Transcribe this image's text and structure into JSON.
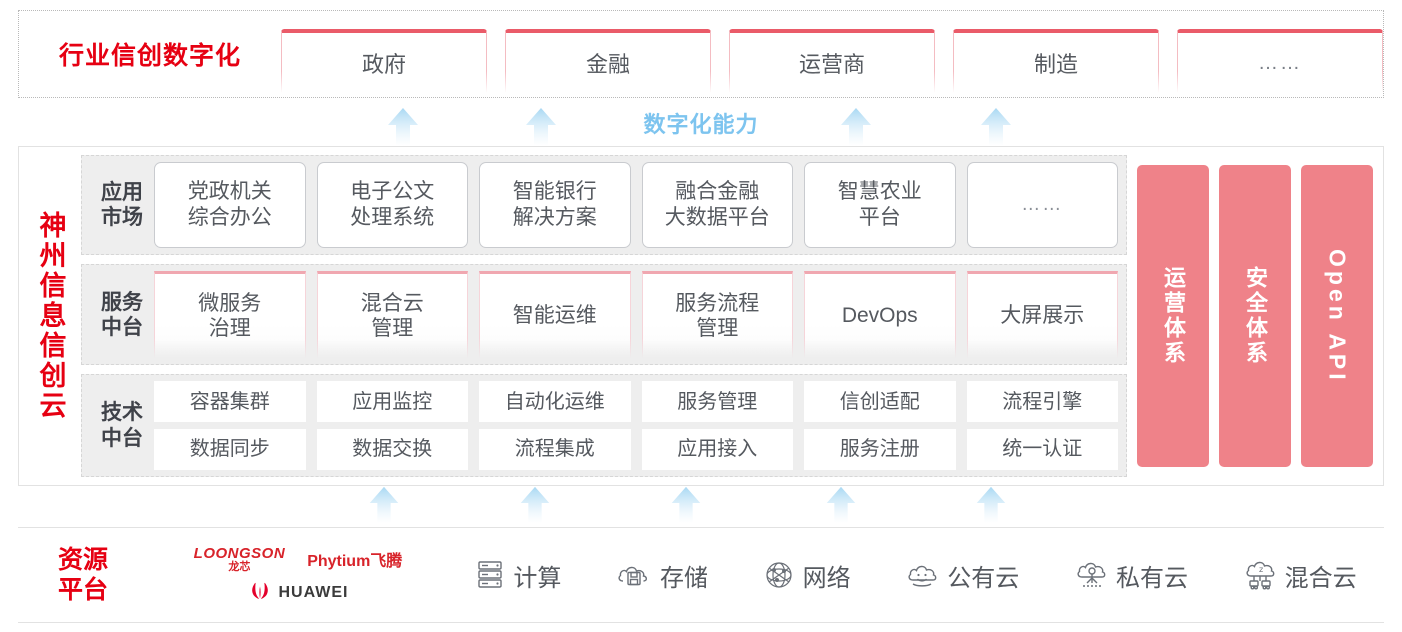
{
  "industry": {
    "title": "行业信创数字化",
    "tabs": [
      {
        "label": "政府"
      },
      {
        "label": "金融"
      },
      {
        "label": "运营商"
      },
      {
        "label": "制造"
      },
      {
        "label": "……"
      }
    ]
  },
  "capability": {
    "label": "数字化能力",
    "arrow_count": 4
  },
  "cloud": {
    "title": "神州信息信创云",
    "layers": [
      {
        "label": "应用\n市场",
        "label_line1": "应用",
        "label_line2": "市场",
        "cards": [
          "党政机关\n综合办公",
          "电子公文\n处理系统",
          "智能银行\n解决方案",
          "融合金融\n大数据平台",
          "智慧农业\n平台",
          "……"
        ]
      },
      {
        "label_line1": "服务",
        "label_line2": "中台",
        "cards": [
          "微服务\n治理",
          "混合云\n管理",
          "智能运维",
          "服务流程\n管理",
          "DevOps",
          "大屏展示"
        ]
      },
      {
        "label_line1": "技术",
        "label_line2": "中台",
        "row1": [
          "容器集群",
          "应用监控",
          "自动化运维",
          "服务管理",
          "信创适配",
          "流程引擎"
        ],
        "row2": [
          "数据同步",
          "数据交换",
          "流程集成",
          "应用接入",
          "服务注册",
          "统一认证"
        ]
      }
    ],
    "side_panels": [
      {
        "text": "运营体系",
        "orientation": "vertical-cjk"
      },
      {
        "text": "安全体系",
        "orientation": "vertical-cjk"
      },
      {
        "text": "Open API",
        "orientation": "vertical-latin"
      }
    ]
  },
  "bottom_arrows": {
    "count": 5
  },
  "resource": {
    "title_line1": "资源",
    "title_line2": "平台",
    "vendors": [
      {
        "name": "LOONGSON",
        "sub": "龙芯"
      },
      {
        "name": "Phytium飞腾"
      },
      {
        "name": "HUAWEI"
      }
    ],
    "items": [
      {
        "icon": "server-rack-icon",
        "label": "计算"
      },
      {
        "icon": "cloud-storage-icon",
        "label": "存储"
      },
      {
        "icon": "network-mesh-icon",
        "label": "网络"
      },
      {
        "icon": "public-cloud-icon",
        "label": "公有云"
      },
      {
        "icon": "private-cloud-icon",
        "label": "私有云"
      },
      {
        "icon": "hybrid-cloud-icon",
        "label": "混合云"
      }
    ]
  },
  "colors": {
    "brand_red": "#e60012",
    "accent_pink": "#ef8289",
    "tab_border": "#ea5b69",
    "arrow_blue": "#bfe2f7",
    "capability_text": "#7dc4ef",
    "band_gray": "#eeeeee"
  }
}
